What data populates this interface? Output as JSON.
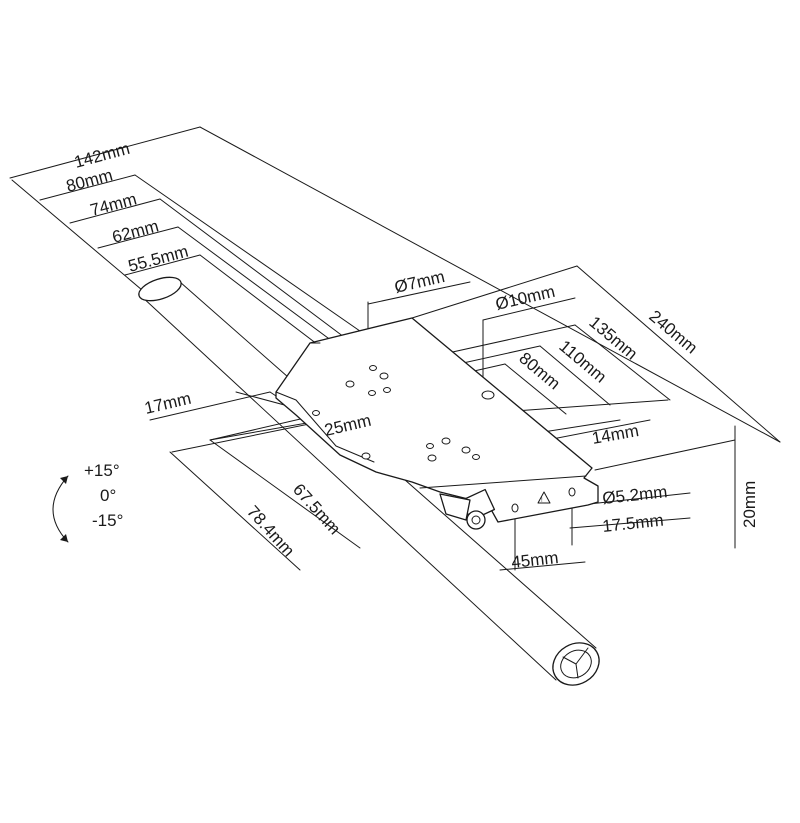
{
  "dimensions": {
    "d142": "142mm",
    "d80a": "80mm",
    "d74": "74mm",
    "d62": "62mm",
    "d55_5": "55.5mm",
    "d17": "17mm",
    "d25": "25mm",
    "hole7": "Ø7mm",
    "hole10": "Ø10mm",
    "d135": "135mm",
    "d240": "240mm",
    "d110": "110mm",
    "d80b": "80mm",
    "d14": "14mm",
    "hole5_2": "Ø5.2mm",
    "d17_5": "17.5mm",
    "d45": "45mm",
    "d20": "20mm",
    "d67_5": "67.5mm",
    "d78_4": "78.4mm"
  },
  "tilt": {
    "plus": "+15°",
    "zero": "0°",
    "minus": "-15°"
  }
}
